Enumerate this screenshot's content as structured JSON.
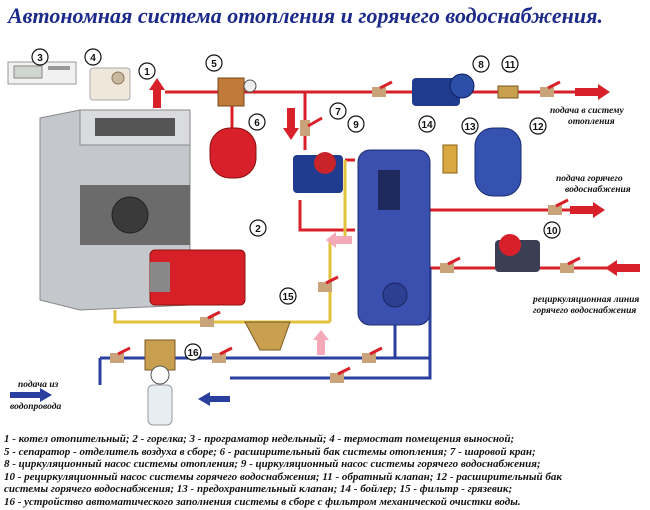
{
  "title": "Автономная система отопления и горячего водоснабжения.",
  "colors": {
    "title": "#1c2a8a",
    "hot_pipe": "#d8202a",
    "return_pipe": "#e2c23a",
    "cold_pipe": "#2a3f9e",
    "boiler": "#b9bcc2",
    "burner": "#d61f26",
    "dhw_boiler": "#3a4fae"
  },
  "callouts": [
    "1",
    "2",
    "3",
    "4",
    "5",
    "6",
    "7",
    "8",
    "9",
    "10",
    "11",
    "12",
    "13",
    "14",
    "15",
    "16"
  ],
  "flow_labels": {
    "heating_supply": [
      "подача в систему",
      "отопления"
    ],
    "hot_water_supply": [
      "подача горячего",
      "водоснабжения"
    ],
    "recirculation": [
      "рециркуляционная линия",
      "горячего водоснабжения"
    ],
    "mains_inlet": [
      "подача из",
      "водопровода"
    ]
  },
  "legend": [
    "1 - котел отопительный;  2 - горелка;  3 - програматор недельный;  4 - термостат помещения выносной;",
    "5 - сепаратор - отделитель воздуха в сборе;  6 - расширительный бак системы отопления;  7 - шаровой кран;",
    "8 - циркуляционный насос системы отопления;  9 - циркуляционный насос системы горячего водоснабжения;",
    "10 - рециркуляционный насос системы горячего водоснабжения;  11 - обратный клапан;  12 - расширительный бак",
    "системы горячего водоснабжения;  13 - предохранительный клапан;  14 - бойлер;  15 - фильтр - грязевик;",
    "16 - устройство автоматического заполнения системы в сборе с фильтром механической очистки воды."
  ]
}
